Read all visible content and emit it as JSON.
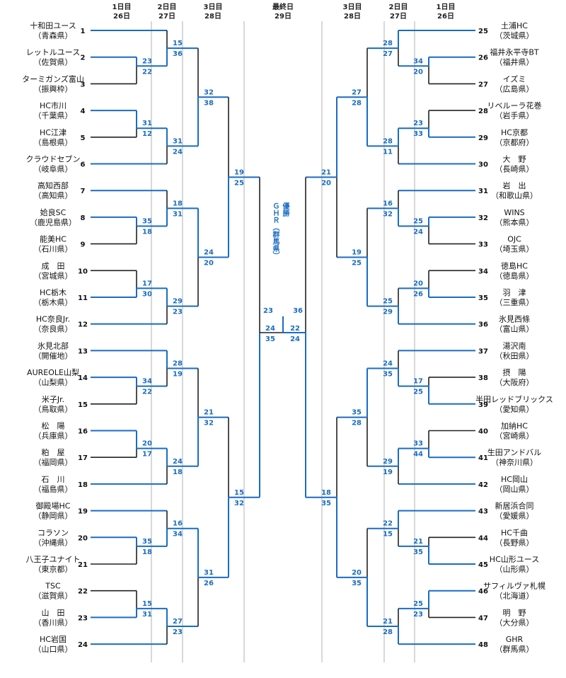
{
  "headers": [
    {
      "day": "1日目",
      "date": "26日"
    },
    {
      "day": "2日目",
      "date": "27日"
    },
    {
      "day": "3日目",
      "date": "28日"
    },
    {
      "day": "最終日",
      "date": "29日"
    },
    {
      "day": "3日目",
      "date": "28日"
    },
    {
      "day": "2日目",
      "date": "27日"
    },
    {
      "day": "1日目",
      "date": "26日"
    }
  ],
  "champion": {
    "label": "優勝",
    "team": "ＧＨＲ（群馬県）"
  },
  "colors": {
    "win": "#1a6cc4",
    "lose": "#222222",
    "divider": "#bdbdbd"
  },
  "left": {
    "teams": [
      {
        "seed": "1",
        "name": "十和田ユース",
        "pref": "（青森県）"
      },
      {
        "seed": "2",
        "name": "レットルユース",
        "pref": "（佐賀県）"
      },
      {
        "seed": "3",
        "name": "ターミガンズ富山",
        "pref": "（振興枠）"
      },
      {
        "seed": "4",
        "name": "HC市川",
        "pref": "（千葉県）"
      },
      {
        "seed": "5",
        "name": "HC江津",
        "pref": "（島根県）"
      },
      {
        "seed": "6",
        "name": "クラウドセブン",
        "pref": "（岐阜県）"
      },
      {
        "seed": "7",
        "name": "高知西部",
        "pref": "（高知県）"
      },
      {
        "seed": "8",
        "name": "姶良SC",
        "pref": "（鹿児島県）"
      },
      {
        "seed": "9",
        "name": "能美HC",
        "pref": "（石川県）"
      },
      {
        "seed": "10",
        "name": "成　田",
        "pref": "（宮城県）"
      },
      {
        "seed": "11",
        "name": "HC栃木",
        "pref": "（栃木県）"
      },
      {
        "seed": "12",
        "name": "HC奈良Jr.",
        "pref": "（奈良県）"
      },
      {
        "seed": "13",
        "name": "氷見北部",
        "pref": "（開催地）"
      },
      {
        "seed": "14",
        "name": "AUREOLE山梨",
        "pref": "（山梨県）"
      },
      {
        "seed": "15",
        "name": "米子Jr.",
        "pref": "（鳥取県）"
      },
      {
        "seed": "16",
        "name": "松　陽",
        "pref": "（兵庫県）"
      },
      {
        "seed": "17",
        "name": "粕　屋",
        "pref": "（福岡県）"
      },
      {
        "seed": "18",
        "name": "石　川",
        "pref": "（福島県）"
      },
      {
        "seed": "19",
        "name": "御殿場HC",
        "pref": "（静岡県）"
      },
      {
        "seed": "20",
        "name": "コラソン",
        "pref": "（沖縄県）"
      },
      {
        "seed": "21",
        "name": "八王子ユナイト",
        "pref": "（東京都）"
      },
      {
        "seed": "22",
        "name": "TSC",
        "pref": "（滋賀県）"
      },
      {
        "seed": "23",
        "name": "山　田",
        "pref": "（香川県）"
      },
      {
        "seed": "24",
        "name": "HC岩国",
        "pref": "（山口県）"
      }
    ],
    "groups": [
      {
        "r1": [
          "23",
          "22"
        ],
        "r2": [
          "15",
          "36"
        ]
      },
      {
        "r1": [
          "31",
          "12"
        ],
        "r2": [
          "31",
          "24"
        ]
      },
      {
        "r1": [
          "35",
          "18"
        ],
        "r2": [
          "18",
          "31"
        ]
      },
      {
        "r1": [
          "17",
          "30"
        ],
        "r2": [
          "29",
          "23"
        ]
      },
      {
        "r1": [
          "34",
          "22"
        ],
        "r2": [
          "28",
          "19"
        ]
      },
      {
        "r1": [
          "20",
          "17"
        ],
        "r2": [
          "24",
          "18"
        ]
      },
      {
        "r1": [
          "35",
          "18"
        ],
        "r2": [
          "16",
          "34"
        ]
      },
      {
        "r1": [
          "15",
          "31"
        ],
        "r2": [
          "27",
          "23"
        ]
      }
    ],
    "r3": [
      [
        "32",
        "38"
      ],
      [
        "24",
        "20"
      ],
      [
        "21",
        "32"
      ],
      [
        "31",
        "26"
      ]
    ],
    "r4": [
      [
        "19",
        "25"
      ],
      [
        "15",
        "32"
      ]
    ],
    "semi": [
      "24",
      "35"
    ]
  },
  "right": {
    "teams": [
      {
        "seed": "25",
        "name": "土浦HC",
        "pref": "（茨城県）"
      },
      {
        "seed": "26",
        "name": "福井永平寺BT",
        "pref": "（福井県）"
      },
      {
        "seed": "27",
        "name": "イズミ",
        "pref": "（広島県）"
      },
      {
        "seed": "28",
        "name": "リベルーラ花巻",
        "pref": "（岩手県）"
      },
      {
        "seed": "29",
        "name": "HC京都",
        "pref": "（京都府）"
      },
      {
        "seed": "30",
        "name": "大　野",
        "pref": "（長崎県）"
      },
      {
        "seed": "31",
        "name": "岩　出",
        "pref": "（和歌山県）"
      },
      {
        "seed": "32",
        "name": "WINS",
        "pref": "（熊本県）"
      },
      {
        "seed": "33",
        "name": "OJC",
        "pref": "（埼玉県）"
      },
      {
        "seed": "34",
        "name": "徳島HC",
        "pref": "（徳島県）"
      },
      {
        "seed": "35",
        "name": "羽　津",
        "pref": "（三重県）"
      },
      {
        "seed": "36",
        "name": "氷見西條",
        "pref": "（富山県）"
      },
      {
        "seed": "37",
        "name": "湯沢南",
        "pref": "（秋田県）"
      },
      {
        "seed": "38",
        "name": "摂　陽",
        "pref": "（大阪府）"
      },
      {
        "seed": "39",
        "name": "半田レッドブリックス",
        "pref": "（愛知県）"
      },
      {
        "seed": "40",
        "name": "加納HC",
        "pref": "（宮崎県）"
      },
      {
        "seed": "41",
        "name": "生田アンドバル",
        "pref": "（神奈川県）"
      },
      {
        "seed": "42",
        "name": "HC岡山",
        "pref": "（岡山県）"
      },
      {
        "seed": "43",
        "name": "新居浜合同",
        "pref": "（愛媛県）"
      },
      {
        "seed": "44",
        "name": "HC千曲",
        "pref": "（長野県）"
      },
      {
        "seed": "45",
        "name": "HC山形ユース",
        "pref": "（山形県）"
      },
      {
        "seed": "46",
        "name": "サフィルヴァ札幌",
        "pref": "（北海道）"
      },
      {
        "seed": "47",
        "name": "明　野",
        "pref": "（大分県）"
      },
      {
        "seed": "48",
        "name": "GHR",
        "pref": "（群馬県）"
      }
    ],
    "groups": [
      {
        "r1": [
          "34",
          "20"
        ],
        "r2": [
          "28",
          "27"
        ]
      },
      {
        "r1": [
          "23",
          "33"
        ],
        "r2": [
          "28",
          "11"
        ]
      },
      {
        "r1": [
          "25",
          "24"
        ],
        "r2": [
          "16",
          "32"
        ]
      },
      {
        "r1": [
          "20",
          "26"
        ],
        "r2": [
          "25",
          "29"
        ]
      },
      {
        "r1": [
          "17",
          "25"
        ],
        "r2": [
          "24",
          "35"
        ]
      },
      {
        "r1": [
          "33",
          "44"
        ],
        "r2": [
          "29",
          "19"
        ]
      },
      {
        "r1": [
          "21",
          "35"
        ],
        "r2": [
          "22",
          "15"
        ]
      },
      {
        "r1": [
          "25",
          "23"
        ],
        "r2": [
          "21",
          "28"
        ]
      }
    ],
    "r3": [
      [
        "27",
        "28"
      ],
      [
        "19",
        "25"
      ],
      [
        "35",
        "28"
      ],
      [
        "20",
        "35"
      ]
    ],
    "r4": [
      [
        "21",
        "20"
      ],
      [
        "18",
        "35"
      ]
    ],
    "semi": [
      "22",
      "24"
    ]
  },
  "final": [
    "23",
    "36"
  ]
}
